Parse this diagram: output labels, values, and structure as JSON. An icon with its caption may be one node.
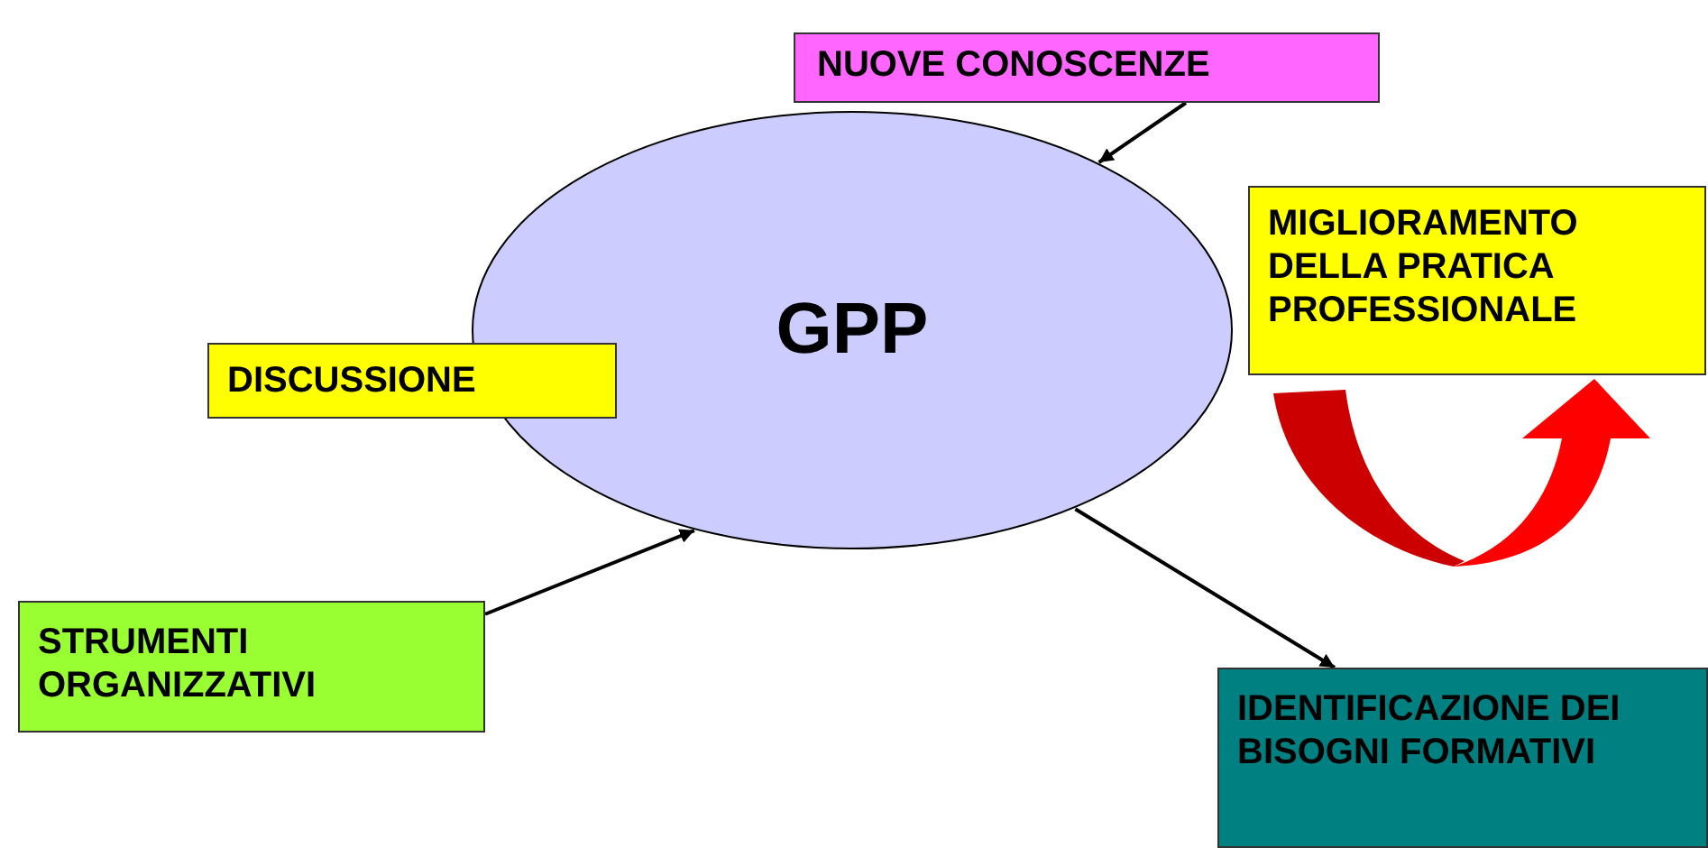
{
  "diagram": {
    "nodes": [
      {
        "text": [
          "NUOVE CONOSCENZE"
        ]
      },
      {
        "text": [
          "GPP"
        ]
      },
      {
        "text": [
          "MIGLIORAMENTO DELLA PRATICA PROFESSIONALE"
        ]
      },
      {
        "text": [
          "DISCUSSIONE"
        ]
      },
      {
        "text": [
          "STRUMENTI ORGANIZZATIVI"
        ]
      },
      {
        "text": [
          "IDENTIFICAZIONE DEI BISOGNI FORMATIVI"
        ]
      }
    ],
    "edges": [
      {
        "from": 0,
        "to": 1,
        "arrow": "to"
      },
      {
        "from": 4,
        "to": 1,
        "arrow": "to"
      },
      {
        "from": 1,
        "to": 5,
        "arrow": "to"
      }
    ]
  }
}
